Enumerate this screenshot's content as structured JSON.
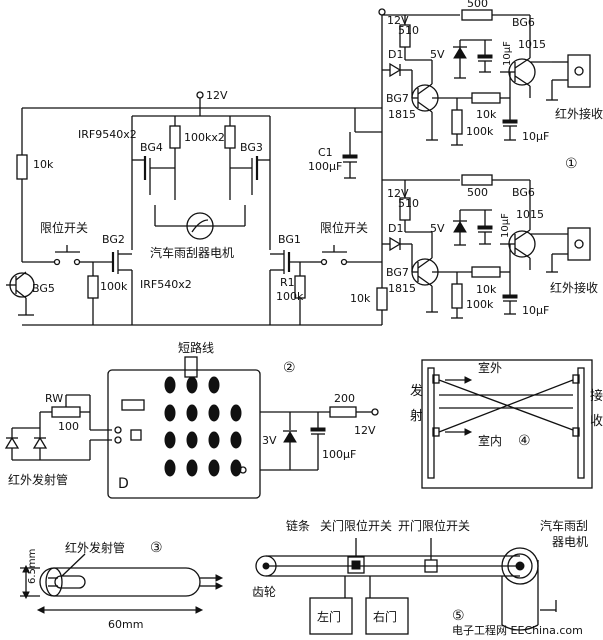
{
  "circuit_top": {
    "supply": "12V",
    "r_510": "510",
    "r_500": "500",
    "q_bg6": "BG6",
    "q_bg6_model": "1015",
    "zener": "5V",
    "cap_10uf": "10μF",
    "diode": "D1",
    "q_bg7": "BG7",
    "q_bg7_model": "1815",
    "r_10k": "10k",
    "r_100k": "100k",
    "ir_receiver": "红外接收",
    "label_num": "①"
  },
  "circuit_bottom": {
    "supply": "12V",
    "r_510": "510",
    "r_500": "500",
    "q_bg6": "BG6",
    "q_bg6_model": "1015",
    "zener": "5V",
    "cap_10uf": "10μF",
    "diode": "D1",
    "q_bg7": "BG7",
    "q_bg7_model": "1815",
    "r_10k": "10k",
    "r_100k": "100k",
    "r_bias": "10k",
    "ir_receiver": "红外接收"
  },
  "hbridge": {
    "supply": "12V",
    "p_mos": "IRF9540x2",
    "r_pullup": "100kx2",
    "q_bg4": "BG4",
    "q_bg3": "BG3",
    "q_bg2": "BG2",
    "q_bg1": "BG1",
    "q_bg5": "BG5",
    "motor": "汽车雨刮器电机",
    "n_mos": "IRF540x2",
    "r_left": "100k",
    "r1": "R1",
    "r1_val": "100k",
    "r_10k": "10k",
    "c1": "C1",
    "c1_val": "100μF",
    "limit_left": "限位开关",
    "limit_right": "限位开关"
  },
  "remote": {
    "short_wire": "短路线",
    "label_num": "②",
    "rw": "RW",
    "rw_val": "100",
    "ir_emitter": "红外发射管",
    "r_200": "200",
    "supply": "12V",
    "zener": "3V",
    "cap": "100μF",
    "ic_mark": "D"
  },
  "sensor_layout": {
    "emit_1": "发",
    "emit_2": "射",
    "recv_1": "接",
    "recv_2": "收",
    "outdoor": "室外",
    "indoor": "室内",
    "label_num": "④"
  },
  "tube": {
    "ir_emitter": "红外发射管",
    "label_num": "③",
    "diameter": "6.5mm",
    "length": "60mm"
  },
  "mechanism": {
    "chain": "链条",
    "close_limit": "关门限位开关",
    "open_limit": "开门限位开关",
    "motor_1": "汽车雨刮",
    "motor_2": "器电机",
    "gear": "齿轮",
    "left_door": "左门",
    "right_door": "右门",
    "label_num": "⑤"
  },
  "watermark": "电子工程网 EEChina.com"
}
